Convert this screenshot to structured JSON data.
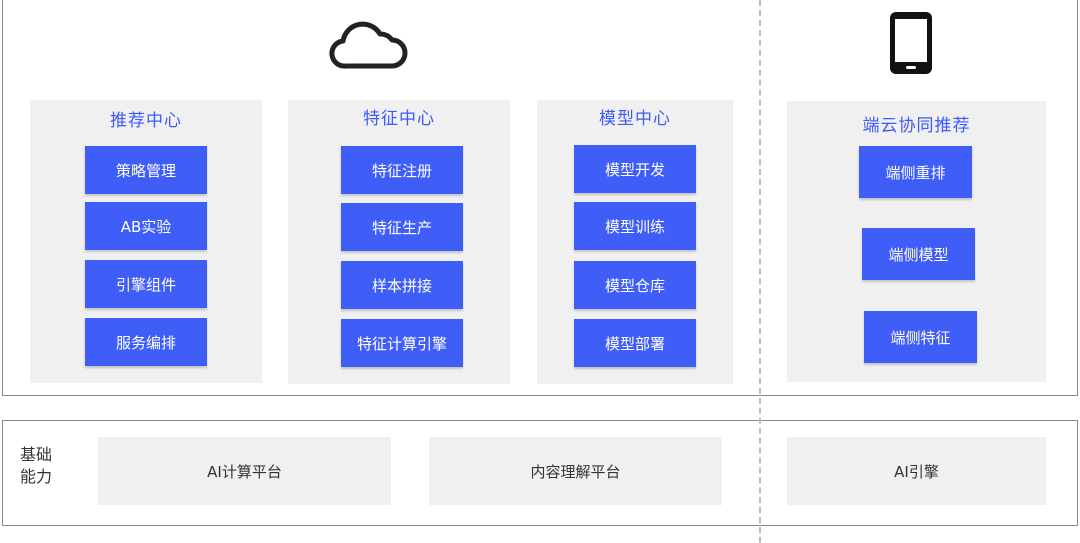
{
  "icons": {
    "cloud": "cloud-icon",
    "mobile": "mobile-phone-icon"
  },
  "colors": {
    "accent": "#3f5ef8",
    "title": "#3d5afe",
    "panel_bg": "#f0f0f0",
    "frame": "#8a8a8a"
  },
  "cloud_modules": {
    "recommend": {
      "title": "推荐中心",
      "items": [
        "策略管理",
        "AB实验",
        "引擎组件",
        "服务编排"
      ]
    },
    "feature": {
      "title": "特征中心",
      "items": [
        "特征注册",
        "特征生产",
        "样本拼接",
        "特征计算引擎"
      ]
    },
    "model": {
      "title": "模型中心",
      "items": [
        "模型开发",
        "模型训练",
        "模型仓库",
        "模型部署"
      ]
    }
  },
  "device_module": {
    "title": "端云协同推荐",
    "items": [
      "端侧重排",
      "端侧模型",
      "端侧特征"
    ]
  },
  "base": {
    "label": "基础\n能力",
    "label_line1": "基础",
    "label_line2": "能力",
    "items": [
      "AI计算平台",
      "内容理解平台",
      "AI引擎"
    ]
  }
}
